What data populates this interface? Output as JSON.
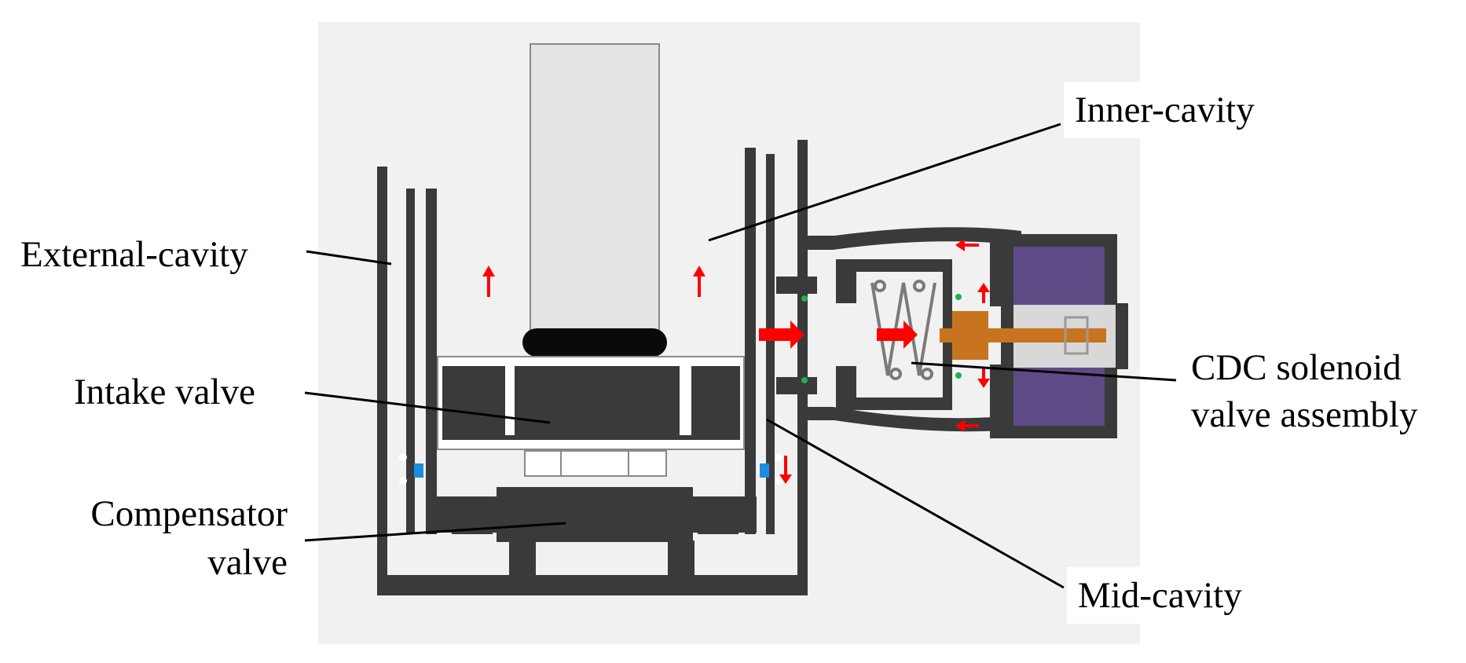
{
  "diagram": {
    "labels": {
      "external_cavity": "External-cavity",
      "intake_valve": "Intake valve",
      "compensator_valve_line1": "Compensator",
      "compensator_valve_line2": "valve",
      "inner_cavity": "Inner-cavity",
      "cdc_line1": "CDC solenoid",
      "cdc_line2": "valve assembly",
      "mid_cavity": "Mid-cavity"
    },
    "colors": {
      "background": "#f1f1f1",
      "body": "#3a3a3a",
      "piston_rod": "#e4e4e4",
      "seal": "#0a0a0a",
      "flow_arrow": "#ff0000",
      "coil": "#5e4b86",
      "solenoid_rod": "#c8741e",
      "seal_ring": "#1d8be0",
      "port_dot": "#1fb04c"
    }
  }
}
